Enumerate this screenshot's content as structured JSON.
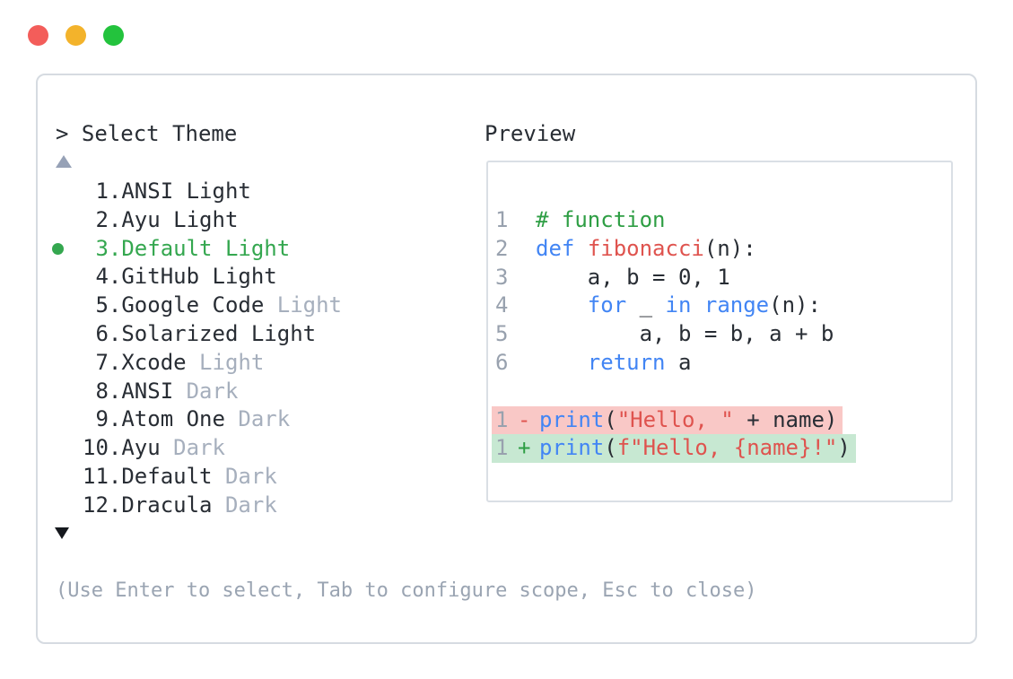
{
  "window": {
    "controls": [
      {
        "name": "close",
        "color": "#f35d5a"
      },
      {
        "name": "minimize",
        "color": "#f3b32b"
      },
      {
        "name": "zoom",
        "color": "#23c33d"
      }
    ]
  },
  "colors": {
    "accent_green": "#34a74f",
    "text_dark": "#282d34",
    "muted_gray": "#a6afbd",
    "line_number_gray": "#98a1ae",
    "help_gray": "#9aa4b2",
    "scroll_up_arrow": "#96a1b6",
    "scroll_down_arrow": "#15181d",
    "syntax_keyword": "#4285f4",
    "syntax_function": "#df534e",
    "syntax_string": "#df534e",
    "syntax_comment": "#2e9e44",
    "diff_del_bg": "#f9c8c6",
    "diff_add_bg": "#c7e8d2",
    "diff_minus": "#df534e",
    "diff_plus": "#2e9e44"
  },
  "picker": {
    "prompt": "> Select Theme",
    "help": "(Use Enter to select, Tab to configure scope, Esc to close)",
    "items": [
      {
        "num": "1",
        "label": "ANSI Light",
        "suffix": "",
        "selected": false
      },
      {
        "num": "2",
        "label": "Ayu Light",
        "suffix": "",
        "selected": false
      },
      {
        "num": "3",
        "label": "Default Light",
        "suffix": "",
        "selected": true
      },
      {
        "num": "4",
        "label": "GitHub Light",
        "suffix": "",
        "selected": false
      },
      {
        "num": "5",
        "label": "Google Code",
        "suffix": "Light",
        "selected": false
      },
      {
        "num": "6",
        "label": "Solarized Light",
        "suffix": "",
        "selected": false
      },
      {
        "num": "7",
        "label": "Xcode",
        "suffix": "Light",
        "selected": false
      },
      {
        "num": "8",
        "label": "ANSI",
        "suffix": "Dark",
        "selected": false
      },
      {
        "num": "9",
        "label": "Atom One",
        "suffix": "Dark",
        "selected": false
      },
      {
        "num": "10",
        "label": "Ayu",
        "suffix": "Dark",
        "selected": false
      },
      {
        "num": "11",
        "label": "Default",
        "suffix": "Dark",
        "selected": false
      },
      {
        "num": "12",
        "label": "Dracula",
        "suffix": "Dark",
        "selected": false
      }
    ]
  },
  "preview": {
    "label": "Preview",
    "code_lines": [
      {
        "num": "1",
        "tokens": [
          [
            "# function",
            "comment"
          ]
        ]
      },
      {
        "num": "2",
        "tokens": [
          [
            "def",
            "keyword"
          ],
          [
            " ",
            "plain"
          ],
          [
            "fibonacci",
            "function"
          ],
          [
            "(n):",
            "plain"
          ]
        ]
      },
      {
        "num": "3",
        "tokens": [
          [
            "    a, b = 0, 1",
            "plain"
          ]
        ]
      },
      {
        "num": "4",
        "tokens": [
          [
            "    ",
            "plain"
          ],
          [
            "for",
            "keyword"
          ],
          [
            " _ ",
            "plain"
          ],
          [
            "in",
            "keyword"
          ],
          [
            " ",
            "plain"
          ],
          [
            "range",
            "keyword"
          ],
          [
            "(n):",
            "plain"
          ]
        ]
      },
      {
        "num": "5",
        "tokens": [
          [
            "        a, b = b, a + b",
            "plain"
          ]
        ]
      },
      {
        "num": "6",
        "tokens": [
          [
            "    ",
            "plain"
          ],
          [
            "return",
            "keyword"
          ],
          [
            " a",
            "plain"
          ]
        ]
      },
      {
        "blank": true
      },
      {
        "num": "1",
        "diff": "del",
        "sign": "-",
        "tokens": [
          [
            "print",
            "keyword"
          ],
          [
            "(",
            "plain"
          ],
          [
            "\"Hello, \"",
            "string"
          ],
          [
            " + name)",
            "plain"
          ]
        ]
      },
      {
        "num": "1",
        "diff": "add",
        "sign": "+",
        "tokens": [
          [
            "print",
            "keyword"
          ],
          [
            "(",
            "plain"
          ],
          [
            "f\"Hello, {name}!\"",
            "string"
          ],
          [
            ")",
            "plain"
          ]
        ]
      }
    ]
  }
}
